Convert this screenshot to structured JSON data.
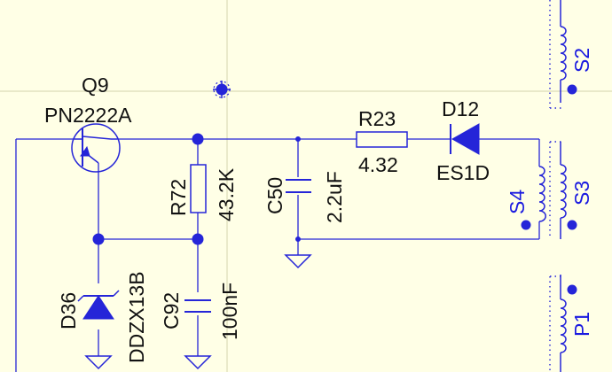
{
  "components": {
    "q9": {
      "ref": "Q9",
      "value": "PN2222A"
    },
    "r72": {
      "ref": "R72",
      "value": "43.2K"
    },
    "c50": {
      "ref": "C50",
      "value": "2.2uF"
    },
    "r23": {
      "ref": "R23",
      "value": "4.32"
    },
    "d12": {
      "ref": "D12",
      "value": "ES1D"
    },
    "d36": {
      "ref": "D36",
      "value": "DDZX13B"
    },
    "c92": {
      "ref": "C92",
      "value": "100nF"
    }
  },
  "pins": {
    "s2": "S2",
    "s3": "S3",
    "s4": "S4",
    "p1": "P1"
  },
  "colors": {
    "background": "#FFFFE6",
    "wire": "#2525D8",
    "grid": "#DCDCB8",
    "text": "#111111",
    "pin_text": "#1A1AE0"
  }
}
